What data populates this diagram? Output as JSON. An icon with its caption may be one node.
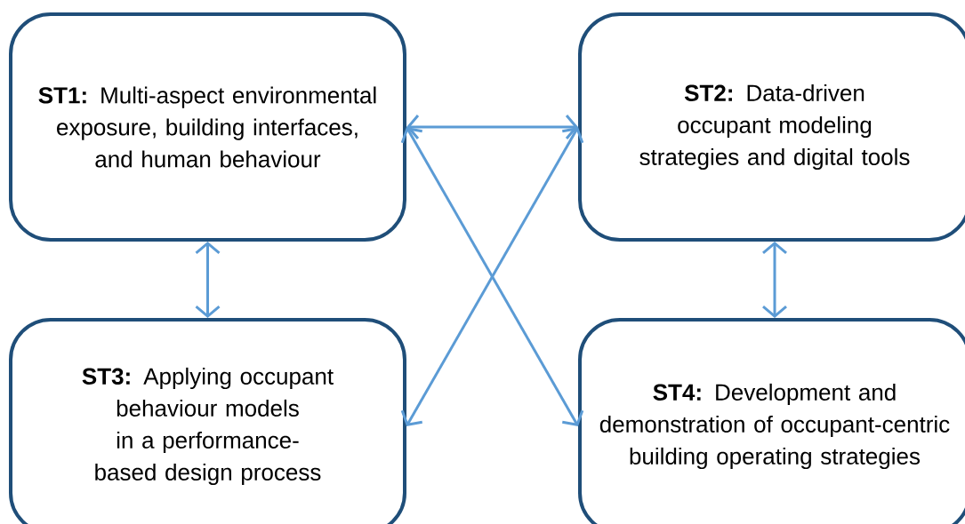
{
  "diagram": {
    "nodes": [
      {
        "text": [
          "**ST1:** Multi-aspect environmental exposure, building interfaces, and human behaviour"
        ]
      },
      {
        "text": [
          "**ST2:** Data-driven occupant modeling strategies and digital tools"
        ]
      },
      {
        "text": [
          "**ST3:** Applying occupant behaviour models in a performance-based design process"
        ]
      },
      {
        "text": [
          "**ST4:** Development and demonstration of occupant-centric building operating strategies"
        ]
      }
    ],
    "edges": [
      {
        "from": 0,
        "to": 1,
        "arrow": "both"
      },
      {
        "from": 0,
        "to": 3,
        "arrow": "both"
      },
      {
        "from": 1,
        "to": 2,
        "arrow": "both"
      },
      {
        "from": 0,
        "to": 2,
        "arrow": "both"
      },
      {
        "from": 1,
        "to": 3,
        "arrow": "both"
      }
    ]
  }
}
